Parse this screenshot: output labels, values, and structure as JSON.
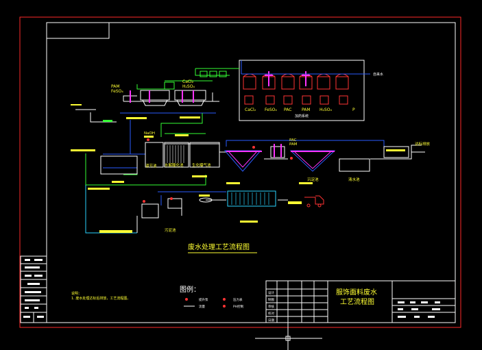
{
  "colors": {
    "background": "#000000",
    "outer_border": "#ff2a2a",
    "frame": "#ffffff",
    "pipe_green": "#33ff33",
    "pipe_blue": "#2a5cff",
    "pipe_cyan": "#2ad4ff",
    "label_yellow": "#ffff33",
    "equipment_magenta": "#ff33ff",
    "equipment_red": "#ff3333"
  },
  "diagram": {
    "title": "废水处理工艺流程图",
    "chemicals_top": [
      "CaCl₂",
      "H₂SO₄"
    ],
    "chemicals_left": [
      "PAM",
      "FeSO₄"
    ],
    "chemicals_mid": [
      "PAC",
      "PAM"
    ],
    "dosing_tanks": [
      "CaCl₂",
      "FeSO₄",
      "PAC",
      "PAM",
      "H₂SO₄",
      "P"
    ],
    "dosing_system_label": "加药系统",
    "tap_water_label": "自来水",
    "sludge_label": "污泥",
    "discharge_label": "达标排放",
    "stage_labels": {
      "regulating_tank": "调节池",
      "hydrolysis_tank": "水解酸化池",
      "aeration_tank": "生化曝气池",
      "settling_tank": "沉淀池",
      "clear_water_tank": "清水池",
      "sludge_tank": "污泥池"
    },
    "left_label": "NaOH"
  },
  "notes": {
    "heading": "说明：",
    "line1": "1. 废水处理达标后排放，工艺流程图。"
  },
  "legend": {
    "title": "图例：",
    "items": [
      "提升泵",
      "压力表",
      "流量",
      "PH控制"
    ]
  },
  "title_block": {
    "project_title_line1": "服饰面料废水",
    "project_title_line2": "工艺流程图",
    "rows": [
      "设计",
      "制图",
      "审核",
      "校对",
      "日期"
    ]
  }
}
